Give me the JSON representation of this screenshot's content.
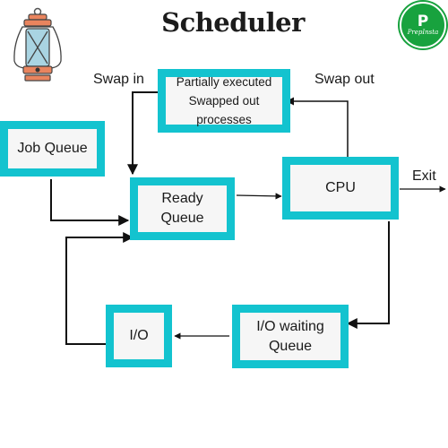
{
  "title": "Scheduler",
  "brand": {
    "mark": "P",
    "wordmark": "PrepInsta",
    "color": "#18a23e"
  },
  "accent_color": "#13c3cf",
  "nodes": {
    "job_queue": {
      "label": "Job Queue"
    },
    "ready_queue": {
      "line1": "Ready",
      "line2": "Queue"
    },
    "cpu": {
      "label": "CPU"
    },
    "io": {
      "label": "I/O"
    },
    "io_waiting": {
      "line1": "I/O waiting",
      "line2": "Queue"
    },
    "swapped": {
      "line1": "Partially executed",
      "line2": "Swapped out",
      "line3": "processes"
    }
  },
  "edge_labels": {
    "swap_in": "Swap in",
    "swap_out": "Swap out",
    "exit": "Exit"
  },
  "icons": {
    "lantern": "lantern-icon"
  }
}
